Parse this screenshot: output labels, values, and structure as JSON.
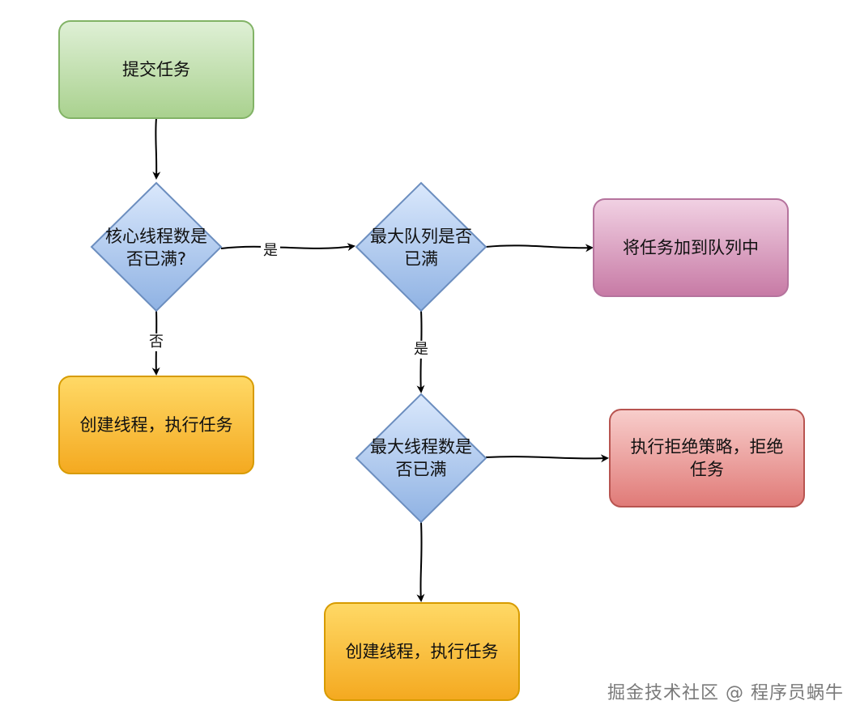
{
  "nodes": {
    "submit": {
      "label": "提交任务",
      "fill": "#d5e8d4",
      "stroke": "#82b366"
    },
    "core_check": {
      "label": "核心线程数是\n否已满?",
      "fill": "#b5cdef",
      "stroke": "#6c8ebf"
    },
    "queue_check": {
      "label": "最大队列是否\n已满",
      "fill": "#b5cdef",
      "stroke": "#6c8ebf"
    },
    "add_to_queue": {
      "label": "将任务加到队列中",
      "fill": "#e6b8d0",
      "stroke": "#b5739d"
    },
    "create_thread_1": {
      "label": "创建线程，执行任务",
      "fill": "#f9c73a",
      "stroke": "#d79b00"
    },
    "max_check": {
      "label": "最大线程数是\n否已满",
      "fill": "#b5cdef",
      "stroke": "#6c8ebf"
    },
    "reject": {
      "label": "执行拒绝策略，拒绝\n任务",
      "fill": "#f0a7a7",
      "stroke": "#b85450"
    },
    "create_thread_2": {
      "label": "创建线程，执行任务",
      "fill": "#f9c73a",
      "stroke": "#d79b00"
    }
  },
  "edges": {
    "core_to_queue": {
      "label": "是"
    },
    "core_to_create": {
      "label": "否"
    },
    "queue_to_max": {
      "label": "是"
    }
  },
  "watermark": "掘金技术社区 @ 程序员蜗牛"
}
